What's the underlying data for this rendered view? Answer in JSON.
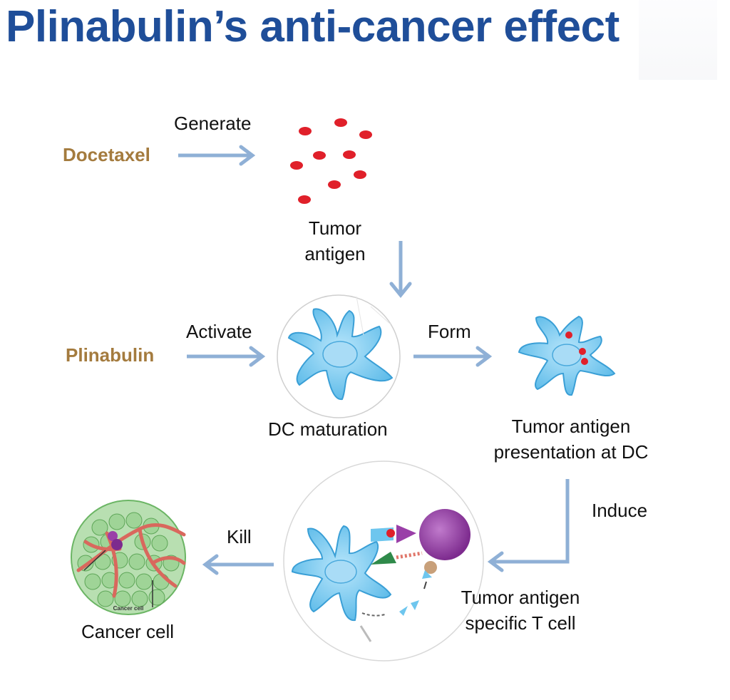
{
  "title": "Plinabulin’s anti-cancer effect",
  "drugs": {
    "docetaxel": "Docetaxel",
    "plinabulin": "Plinabulin"
  },
  "actions": {
    "generate": "Generate",
    "activate": "Activate",
    "form": "Form",
    "induce": "Induce",
    "kill": "Kill"
  },
  "stages": {
    "tumor_antigen_line1": "Tumor",
    "tumor_antigen_line2": "antigen",
    "dc_maturation": "DC maturation",
    "presentation_line1": "Tumor antigen",
    "presentation_line2": "presentation at DC",
    "t_cell_line1": "Tumor antigen",
    "t_cell_line2": "specific T cell",
    "cancer_cell": "Cancer cell"
  },
  "inset_labels": {
    "cancer_cell_caption": "Cancer cell"
  },
  "colors": {
    "title": "#1f4e99",
    "drug_label": "#a47b3e",
    "arrow": "#8fb0d6",
    "dendritic_cell": "#6ec6ee",
    "antigen": "#e0202a",
    "t_cell": "#9a3fa8",
    "cancer_cell": "#8fcf8a",
    "vessel": "#e0766a"
  }
}
